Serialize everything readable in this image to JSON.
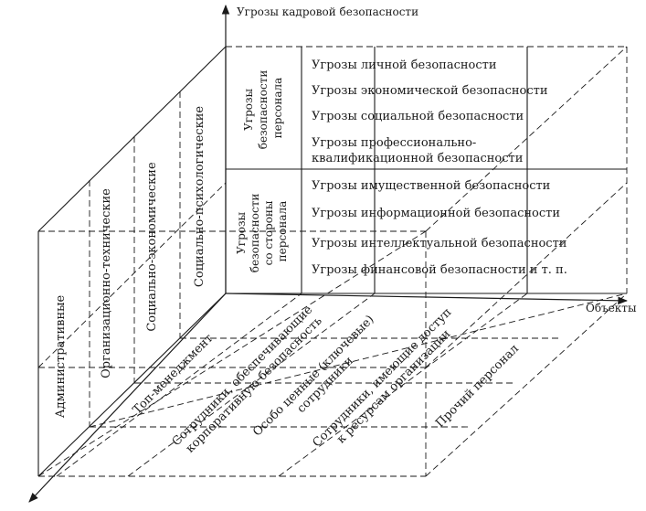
{
  "axes": {
    "vertical": "Угрозы кадровой безопасности",
    "horizontal": "Объекты"
  },
  "groups": [
    {
      "label": [
        "Угрозы",
        "безопасности",
        "персонала"
      ],
      "threats": [
        "Угрозы личной безопасности",
        "Угрозы экономической безопасности",
        "Угрозы социальной безопасности",
        "Угрозы профессионально-",
        "квалификационной безопасности"
      ]
    },
    {
      "label": [
        "Угрозы",
        "безопасности",
        "со стороны",
        "персонала"
      ],
      "threats": [
        "Угрозы имущественной безопасности",
        "Угрозы информационной безопасности",
        "Угрозы интеллектуальной безопасности",
        "Угрозы финансовой безопасности и т. п."
      ]
    }
  ],
  "methods": [
    "Административные",
    "Организационно-технические",
    "Социально-экономические",
    "Социально-психологические"
  ],
  "objects": [
    [
      "Топ-менеджмент"
    ],
    [
      "Сотрудники, обеспечивающие",
      "корпоративную безопасность"
    ],
    [
      "Особо ценные (ключевые)",
      "сотрудники"
    ],
    [
      "Сотрудники, имеющие доступ",
      "к ресурсам организации"
    ],
    [
      "Прочий персонал"
    ]
  ]
}
